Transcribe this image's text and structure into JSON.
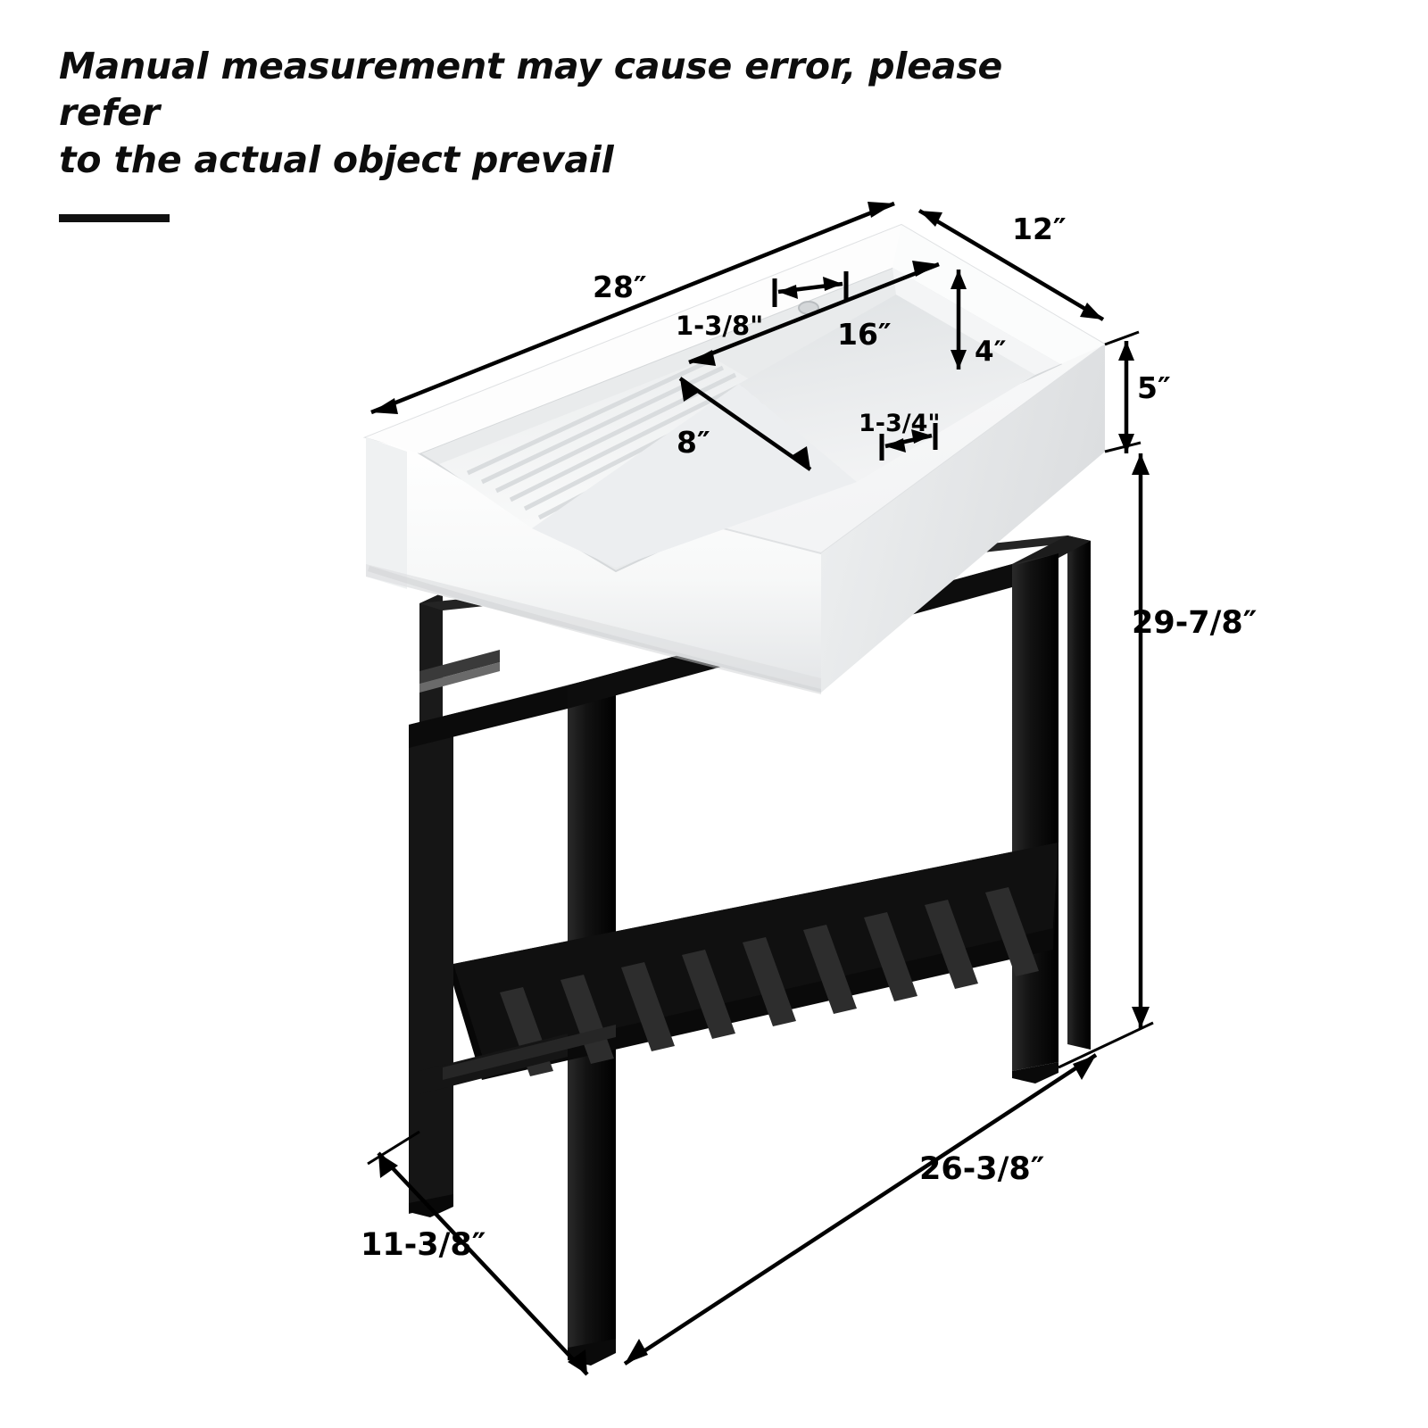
{
  "note": {
    "line1": "Manual measurement may cause error, please refer",
    "line2": "to the actual object prevail"
  },
  "product": {
    "name": "freestanding-utility-sink-with-black-metal-stand",
    "colors": {
      "basin": "#ffffff",
      "basin_shadow": "#e6e8ea",
      "frame": "#111111",
      "line": "#000000",
      "background": "#ffffff"
    }
  },
  "dimensions": {
    "overall_width": "28″",
    "overall_depth": "12″",
    "basin_inner_length": "16″",
    "basin_inner_width": "8″",
    "basin_inner_depth": "4″",
    "faucet_hole_offset": "1-3/8\"",
    "rim_width": "1-3/4\"",
    "basin_height": "5″",
    "total_height": "29-7/8″",
    "stand_width": "26-3/8″",
    "stand_depth": "11-3/8″"
  },
  "labels": [
    {
      "key": "overall_depth",
      "text": "12″",
      "size": 33
    },
    {
      "key": "overall_width",
      "text": "28″",
      "size": 33
    },
    {
      "key": "faucet_hole_offset",
      "text": "1-3/8\"",
      "size": 29
    },
    {
      "key": "basin_inner_length",
      "text": "16″",
      "size": 33
    },
    {
      "key": "basin_inner_depth",
      "text": "4″",
      "size": 31
    },
    {
      "key": "basin_height",
      "text": "5″",
      "size": 33
    },
    {
      "key": "basin_inner_width",
      "text": "8″",
      "size": 33
    },
    {
      "key": "rim_width",
      "text": "1-3/4\"",
      "size": 27
    },
    {
      "key": "total_height",
      "text": "29-7/8″",
      "size": 35
    },
    {
      "key": "stand_width",
      "text": "26-3/8″",
      "size": 35
    },
    {
      "key": "stand_depth",
      "text": "11-3/8″",
      "size": 35
    }
  ]
}
